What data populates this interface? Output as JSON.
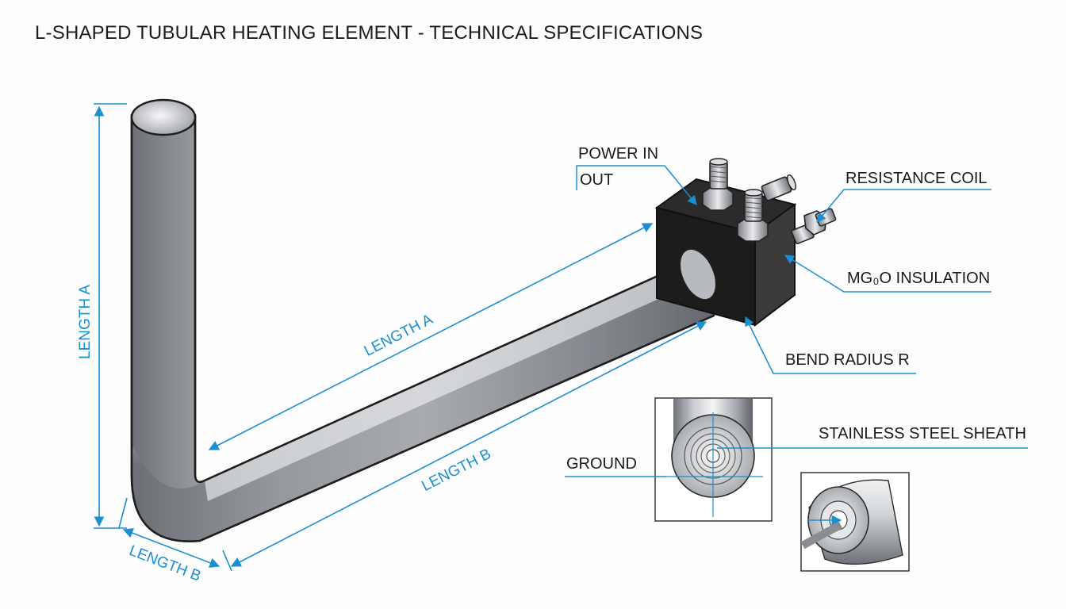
{
  "title": "L-SHAPED TUBULAR HEATING ELEMENT - TECHNICAL SPECIFICATIONS",
  "colors": {
    "dimension": "#1b8fd0",
    "terminal_block": "#1a1a1a",
    "tube": "#b9bcc0"
  },
  "dimensions": {
    "vertical": "LENGTH A",
    "diagonal_upper": "LENGTH A",
    "diagonal_lower": "LENGTH B",
    "bottom": "LENGTH B"
  },
  "callouts": {
    "power_in": "POWER IN",
    "out": "OUT",
    "resistance_coil": "RESISTANCE COIL",
    "insulation": "MG₀O INSULATION",
    "bend_radius": "BEND RADIUS R",
    "sheath": "STAINLESS STEEL SHEATH",
    "ground": "GROUND"
  }
}
